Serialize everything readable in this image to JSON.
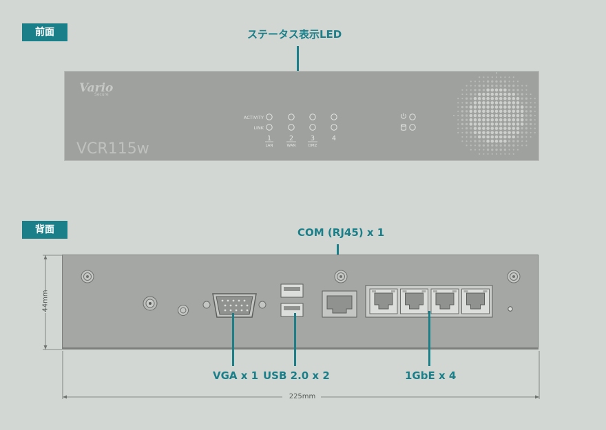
{
  "front": {
    "tag": "前面",
    "callout": "ステータス表示LED",
    "logo_line1": "Vario",
    "logo_line2": "Secure",
    "model": "VCR115w",
    "led_row1_label": "ACTIVITY",
    "led_row2_label": "LINK",
    "ports": [
      {
        "num": "1",
        "sub": "LAN"
      },
      {
        "num": "2",
        "sub": "WAN"
      },
      {
        "num": "3",
        "sub": "DMZ"
      },
      {
        "num": "4",
        "sub": ""
      }
    ]
  },
  "rear": {
    "tag": "背面",
    "com": "COM (RJ45) x 1",
    "vga": "VGA x 1",
    "usb": "USB 2.0 x 2",
    "gbe": "1GbE x 4",
    "height_dim": "44mm",
    "width_dim": "225mm"
  },
  "colors": {
    "accent": "#1a7f89",
    "panel_front": "#9ea19e",
    "panel_rear": "#a4a7a4",
    "background": "#d2d7d3"
  }
}
